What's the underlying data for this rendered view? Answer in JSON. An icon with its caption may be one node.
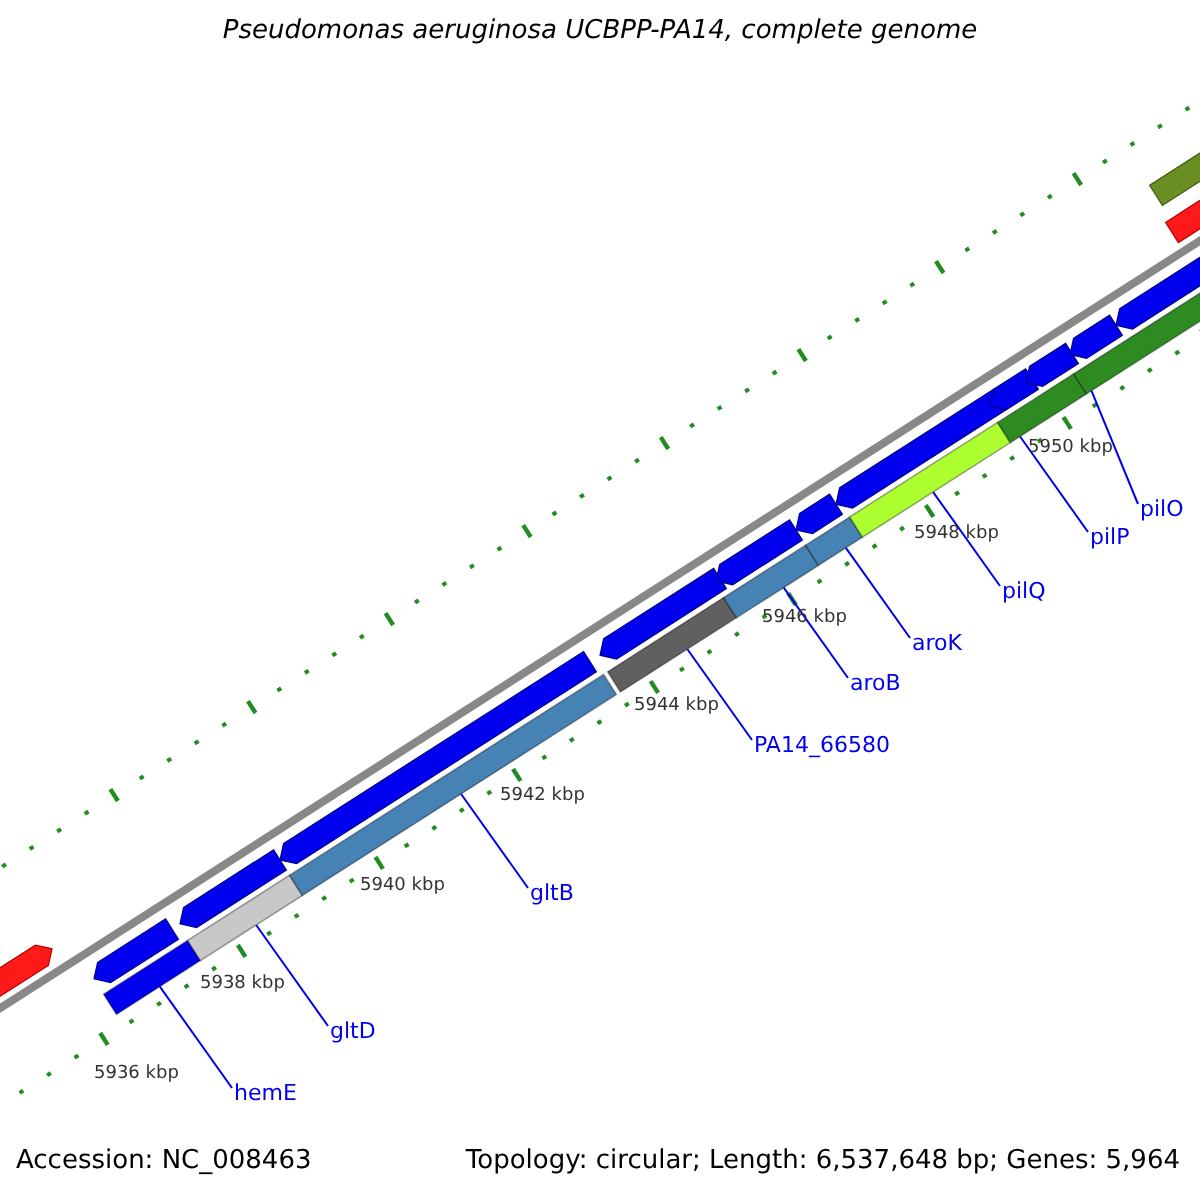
{
  "diagram": {
    "title": "Pseudomonas aeruginosa UCBPP-PA14, complete genome",
    "nodes": [
      {
        "text": [
          "hemE"
        ]
      },
      {
        "text": [
          "gltD"
        ]
      },
      {
        "text": [
          "gltB"
        ]
      },
      {
        "text": [
          "PA14_66580"
        ]
      },
      {
        "text": [
          "aroB"
        ]
      },
      {
        "text": [
          "aroK"
        ]
      },
      {
        "text": [
          "pilQ"
        ]
      },
      {
        "text": [
          "pilP"
        ]
      },
      {
        "text": [
          "pilO"
        ]
      },
      {
        "text": [],
        "shape": "bar"
      },
      {
        "text": [],
        "shape": "bar"
      },
      {
        "text": [],
        "shape": "bar"
      },
      {
        "text": [],
        "shape": "bar"
      },
      {
        "text": [],
        "shape": "bar"
      },
      {
        "text": [],
        "shape": "bar"
      },
      {
        "text": [],
        "shape": "bar"
      },
      {
        "text": [],
        "shape": "bar"
      },
      {
        "text": [],
        "shape": "bar"
      },
      {
        "text": [],
        "shape": "bar"
      },
      {
        "text": [],
        "shape": "bar"
      },
      {
        "text": [],
        "shape": "bar"
      },
      {
        "text": [],
        "shape": "bar"
      },
      {
        "text": [],
        "shape": "bar"
      },
      {
        "text": [],
        "shape": "bar"
      },
      {
        "text": [],
        "shape": "bar"
      },
      {
        "text": [],
        "shape": "bar"
      },
      {
        "text": [],
        "shape": "bar"
      },
      {
        "text": [],
        "shape": "bar"
      },
      {
        "text": [],
        "shape": "bar"
      },
      {
        "text": [],
        "shape": "bar"
      },
      {
        "text": [],
        "shape": "bar"
      },
      {
        "text": [],
        "shape": "bar"
      }
    ],
    "edges": [
      {
        "from": 0,
        "to": 9,
        "arrow": "none"
      },
      {
        "from": 1,
        "to": 10,
        "arrow": "none"
      },
      {
        "from": 2,
        "to": 11,
        "arrow": "none"
      },
      {
        "from": 3,
        "to": 12,
        "arrow": "none"
      },
      {
        "from": 4,
        "to": 13,
        "arrow": "none"
      },
      {
        "from": 5,
        "to": 14,
        "arrow": "none"
      },
      {
        "from": 6,
        "to": 15,
        "arrow": "none"
      },
      {
        "from": 7,
        "to": 16,
        "arrow": "none"
      },
      {
        "from": 8,
        "to": 17,
        "arrow": "none"
      }
    ],
    "labels": [
      "5936 kbp",
      "5938 kbp",
      "5940 kbp",
      "5942 kbp",
      "5944 kbp",
      "5946 kbp",
      "5948 kbp",
      "5950 kbp",
      "Accession: NC_008463",
      "Topology: circular; Length: 6,537,648 bp; Genes: 5,964"
    ]
  }
}
